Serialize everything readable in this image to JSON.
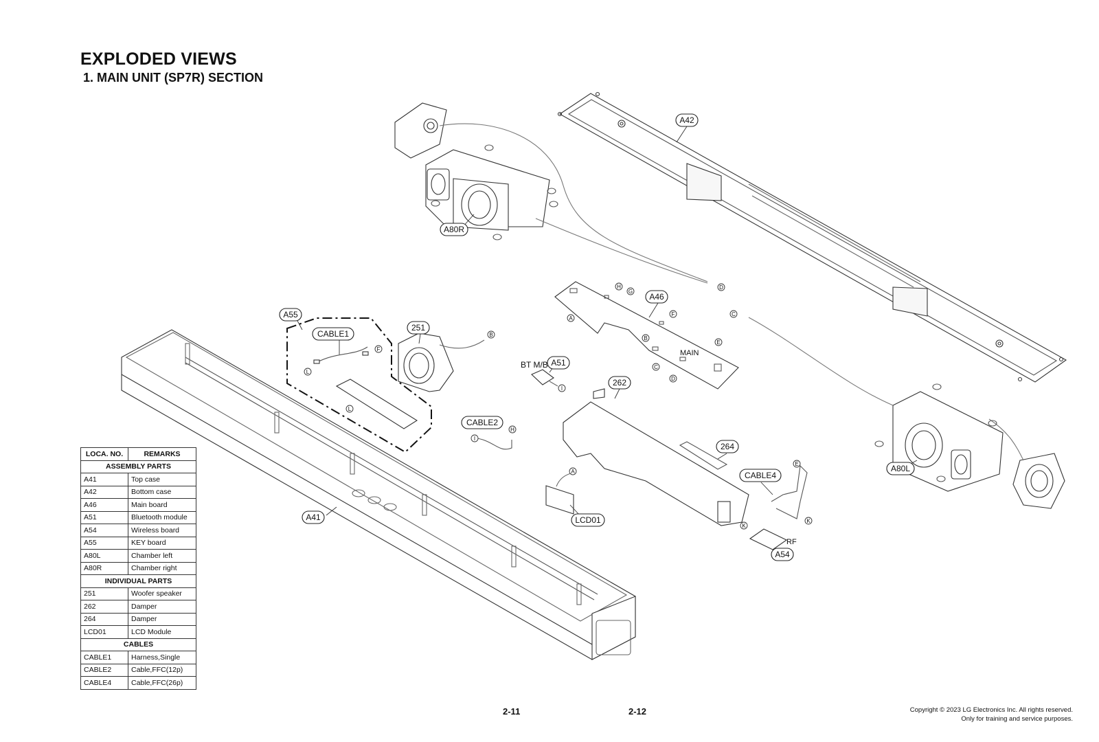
{
  "header": {
    "title": "EXPLODED VIEWS",
    "subtitle": "1. MAIN UNIT (SP7R) SECTION"
  },
  "callouts": {
    "A42": "A42",
    "A80R": "A80R",
    "A46": "A46",
    "A55": "A55",
    "CABLE1": "CABLE1",
    "P251": "251",
    "A51": "A51",
    "P262": "262",
    "CABLE2": "CABLE2",
    "P264": "264",
    "CABLE4": "CABLE4",
    "A80L": "A80L",
    "LCD01": "LCD01",
    "A54": "A54",
    "A41": "A41"
  },
  "labels": {
    "bt_mb": "BT M/B",
    "main": "MAIN",
    "rf": "RF"
  },
  "connectors": {
    "A": "A",
    "B": "B",
    "C": "C",
    "D": "D",
    "E": "E",
    "F": "F",
    "G": "G",
    "H": "H",
    "I": "I",
    "K": "K",
    "L": "L"
  },
  "parts_table": {
    "headers": [
      "LOCA. NO.",
      "REMARKS"
    ],
    "sections": [
      {
        "title": "ASSEMBLY PARTS",
        "rows": [
          [
            "A41",
            "Top case"
          ],
          [
            "A42",
            "Bottom case"
          ],
          [
            "A46",
            "Main board"
          ],
          [
            "A51",
            "Bluetooth module"
          ],
          [
            "A54",
            "Wireless board"
          ],
          [
            "A55",
            "KEY board"
          ],
          [
            "A80L",
            "Chamber left"
          ],
          [
            "A80R",
            "Chamber right"
          ]
        ]
      },
      {
        "title": "INDIVIDUAL PARTS",
        "rows": [
          [
            "251",
            "Woofer speaker"
          ],
          [
            "262",
            "Damper"
          ],
          [
            "264",
            "Damper"
          ],
          [
            "LCD01",
            "LCD Module"
          ]
        ]
      },
      {
        "title": "CABLES",
        "rows": [
          [
            "CABLE1",
            "Harness,Single"
          ],
          [
            "CABLE2",
            "Cable,FFC(12p)"
          ],
          [
            "CABLE4",
            "Cable,FFC(26p)"
          ]
        ]
      }
    ]
  },
  "footer": {
    "page_left": "2-11",
    "page_right": "2-12",
    "copyright_line1": "Copyright © 2023 LG Electronics Inc. All rights reserved.",
    "copyright_line2": "Only for training and service purposes."
  }
}
